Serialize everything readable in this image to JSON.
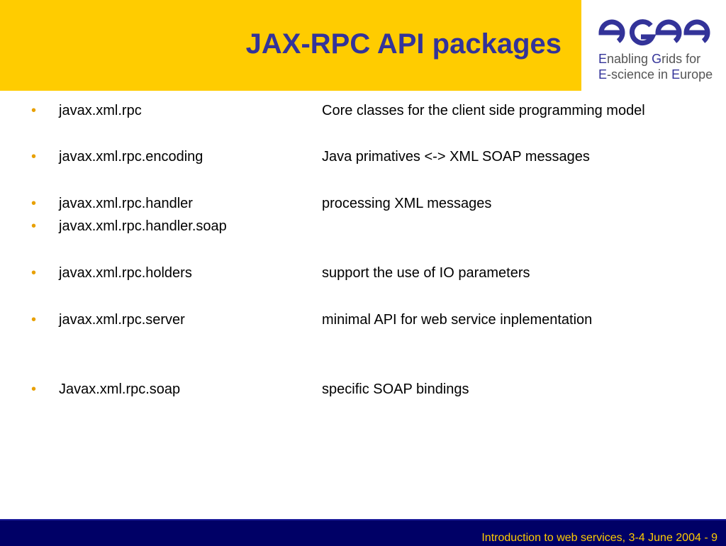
{
  "slide": {
    "title": "JAX-RPC API packages",
    "logo": {
      "wordmark": "egee",
      "line1_initial": "E",
      "line1_rest_a": "nabling ",
      "line1_g": "G",
      "line1_rest_b": "rids for",
      "line2_initial": "E",
      "line2_rest_a": "-science in ",
      "line2_e": "E",
      "line2_rest_b": "urope"
    },
    "items": [
      {
        "package": "javax.xml.rpc",
        "description": "Core classes for the client side programming model"
      },
      {
        "package": "javax.xml.rpc.encoding",
        "description": "Java primatives <-> XML SOAP messages"
      },
      {
        "package": "javax.xml.rpc.handler",
        "description": "processing XML messages"
      },
      {
        "package": "javax.xml.rpc.handler.soap",
        "description": ""
      },
      {
        "package": "javax.xml.rpc.holders",
        "description": "support the use of IO parameters"
      },
      {
        "package": "javax.xml.rpc.server",
        "description": "minimal API for web service inplementation"
      },
      {
        "package": "Javax.xml.rpc.soap",
        "description": "specific SOAP bindings"
      }
    ],
    "bullet_char": "•",
    "footer": "Introduction to web services, 3-4 June 2004  - 9",
    "colors": {
      "header_band": "#FFCC00",
      "title": "#333399",
      "bullet": "#E8A000",
      "footer_bg": "#000066",
      "footer_text": "#FFCC00"
    }
  }
}
